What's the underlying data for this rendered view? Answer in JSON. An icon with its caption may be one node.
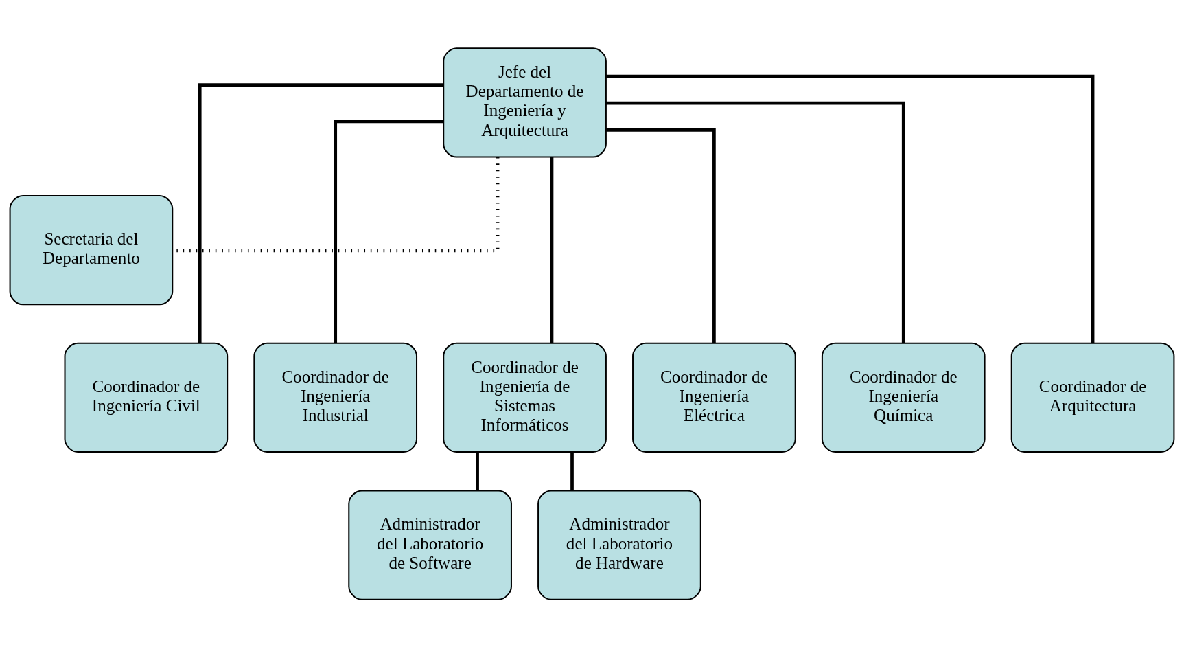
{
  "diagram": {
    "nodes": [
      {
        "text": [
          "Jefe del Departamento de Ingeniería y Arquitectura"
        ]
      },
      {
        "text": [
          "Secretaria del Departamento"
        ]
      },
      {
        "text": [
          "Coordinador de Ingeniería Civil"
        ]
      },
      {
        "text": [
          "Coordinador de Ingeniería Industrial"
        ]
      },
      {
        "text": [
          "Coordinador de Ingeniería de Sistemas Informáticos"
        ]
      },
      {
        "text": [
          "Coordinador de Ingeniería Eléctrica"
        ]
      },
      {
        "text": [
          "Coordinador de Ingeniería Química"
        ]
      },
      {
        "text": [
          "Coordinador de Arquitectura"
        ]
      },
      {
        "text": [
          "Administrador del Laboratorio de Software"
        ]
      },
      {
        "text": [
          "Administrador del Laboratorio de Hardware"
        ]
      }
    ],
    "edges": [
      {
        "from": 0,
        "to": 1,
        "arrow": "none",
        "style": "dashed"
      },
      {
        "from": 0,
        "to": 2,
        "arrow": "none"
      },
      {
        "from": 0,
        "to": 3,
        "arrow": "none"
      },
      {
        "from": 0,
        "to": 4,
        "arrow": "none"
      },
      {
        "from": 0,
        "to": 5,
        "arrow": "none"
      },
      {
        "from": 0,
        "to": 6,
        "arrow": "none"
      },
      {
        "from": 0,
        "to": 7,
        "arrow": "none"
      },
      {
        "from": 4,
        "to": 8,
        "arrow": "none"
      },
      {
        "from": 4,
        "to": 9,
        "arrow": "none"
      }
    ]
  }
}
